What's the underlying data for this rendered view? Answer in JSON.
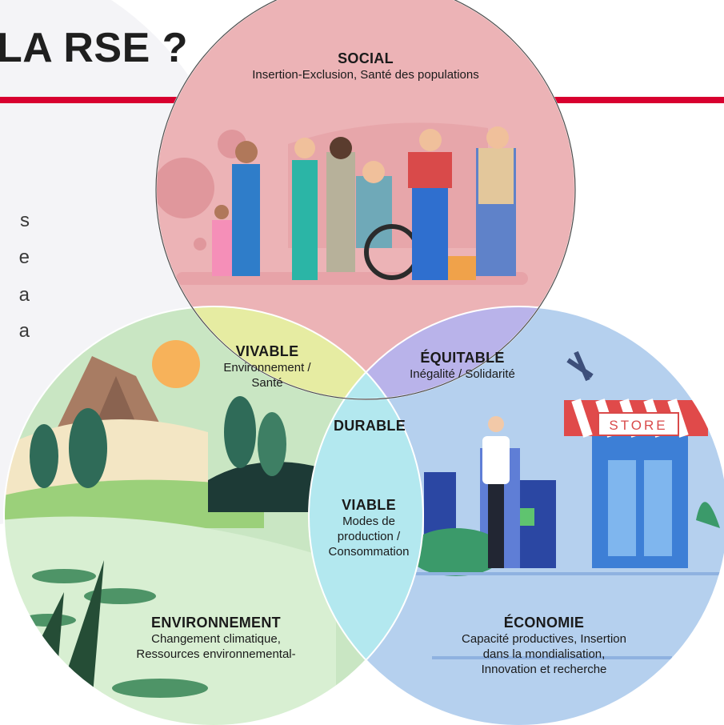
{
  "title": "LA RSE ?",
  "side_fragments": [
    "s",
    "e",
    "a",
    "a"
  ],
  "store_sign": "STORE",
  "circles": {
    "social": {
      "title": "SOCIAL",
      "desc": "Insertion-Exclusion, Santé des populations"
    },
    "environnement": {
      "title": "ENVIRONNEMENT",
      "desc": [
        "Changement climatique,",
        "Ressources environnemental-"
      ]
    },
    "economie": {
      "title": "ÉCONOMIE",
      "desc": [
        "Capacité productives, Insertion",
        "dans la mondialisation,",
        "Innovation et recherche"
      ]
    }
  },
  "overlaps": {
    "vivable": {
      "title": "VIVABLE",
      "desc": [
        "Environnement /",
        "Santé"
      ]
    },
    "equitable": {
      "title": "ÉQUITABLE",
      "desc": "Inégalité / Solidarité"
    },
    "viable": {
      "title": "VIABLE",
      "desc": [
        "Modes de",
        "production /",
        "Consommation"
      ]
    },
    "durable": {
      "title": "DURABLE"
    }
  },
  "colors": {
    "social": "#ecb3b6",
    "environnement": "#c9e6c3",
    "economie": "#b5d0ee",
    "vivable": "#e6eca2",
    "equitable": "#b9b3ea",
    "viable": "#b3e8ef",
    "durable": "#ffffff",
    "accent_red": "#d8002f"
  }
}
